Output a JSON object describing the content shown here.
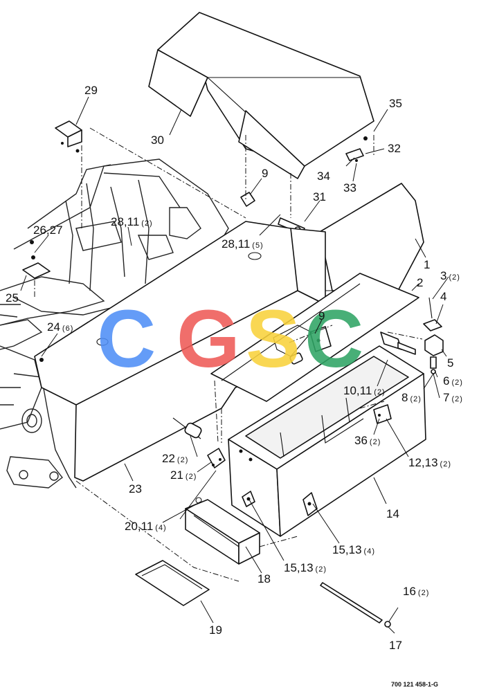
{
  "reference_number": "700 121 458-1-G",
  "watermark": {
    "letters": [
      "C",
      "G",
      "S",
      "C"
    ],
    "colors": [
      "#4f8ff7",
      "#ef5b57",
      "#f9d23c",
      "#2fa565"
    ]
  },
  "callouts": {
    "c1": {
      "label": "1",
      "qty": ""
    },
    "c2": {
      "label": "2",
      "qty": ""
    },
    "c3": {
      "label": "3",
      "qty": "(2)"
    },
    "c4": {
      "label": "4",
      "qty": ""
    },
    "c5": {
      "label": "5",
      "qty": ""
    },
    "c6": {
      "label": "6",
      "qty": "(2)"
    },
    "c7": {
      "label": "7",
      "qty": "(2)"
    },
    "c8": {
      "label": "8",
      "qty": "(2)"
    },
    "c9a": {
      "label": "9",
      "qty": ""
    },
    "c9b": {
      "label": "9",
      "qty": ""
    },
    "c10": {
      "label": "10,11",
      "qty": "(2)"
    },
    "c12": {
      "label": "12,13",
      "qty": "(2)"
    },
    "c14": {
      "label": "14",
      "qty": ""
    },
    "c15a": {
      "label": "15,13",
      "qty": "(4)"
    },
    "c15b": {
      "label": "15,13",
      "qty": "(2)"
    },
    "c16": {
      "label": "16",
      "qty": "(2)"
    },
    "c17": {
      "label": "17",
      "qty": ""
    },
    "c18": {
      "label": "18",
      "qty": ""
    },
    "c19": {
      "label": "19",
      "qty": ""
    },
    "c20": {
      "label": "20,11",
      "qty": "(4)"
    },
    "c21": {
      "label": "21",
      "qty": "(2)"
    },
    "c22": {
      "label": "22",
      "qty": "(2)"
    },
    "c23": {
      "label": "23",
      "qty": ""
    },
    "c24": {
      "label": "24",
      "qty": "(6)"
    },
    "c25": {
      "label": "25",
      "qty": ""
    },
    "c26": {
      "label": "26,27",
      "qty": ""
    },
    "c28a": {
      "label": "28,11",
      "qty": "(2)"
    },
    "c28b": {
      "label": "28,11",
      "qty": "(5)"
    },
    "c29": {
      "label": "29",
      "qty": ""
    },
    "c30": {
      "label": "30",
      "qty": ""
    },
    "c31": {
      "label": "31",
      "qty": ""
    },
    "c32": {
      "label": "32",
      "qty": ""
    },
    "c33": {
      "label": "33",
      "qty": ""
    },
    "c34": {
      "label": "34",
      "qty": ""
    },
    "c35": {
      "label": "35",
      "qty": ""
    },
    "c36": {
      "label": "36",
      "qty": "(2)"
    }
  }
}
